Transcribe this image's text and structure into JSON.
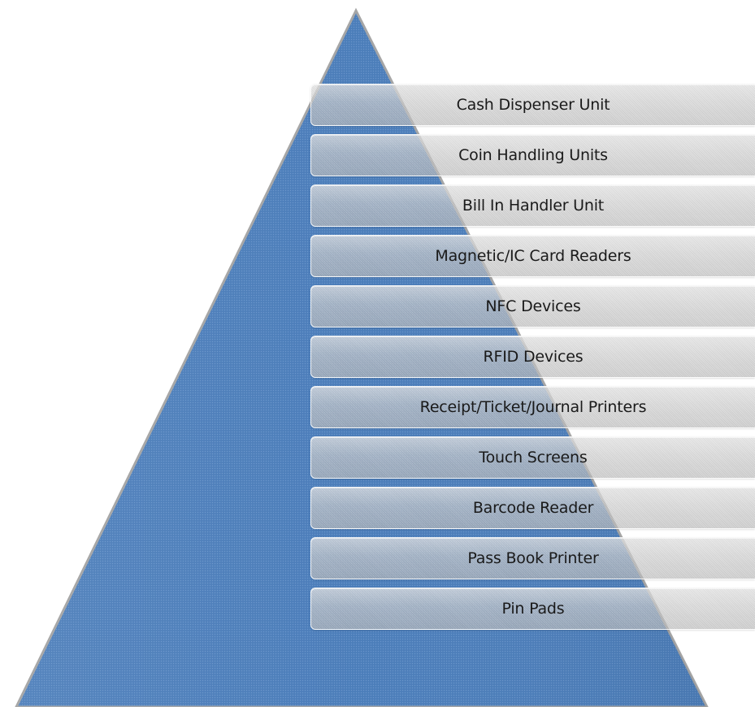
{
  "diagram": {
    "colors": {
      "pyramid_fill": "#4f81bd",
      "pyramid_edge": "#a6a6a6",
      "bar_fill": "#c8c8c8",
      "text": "#1a1a1a"
    },
    "items": [
      {
        "label": "Cash Dispenser Unit"
      },
      {
        "label": "Coin Handling Units"
      },
      {
        "label": "Bill In Handler Unit"
      },
      {
        "label": "Magnetic/IC Card Readers"
      },
      {
        "label": "NFC Devices"
      },
      {
        "label": "RFID Devices"
      },
      {
        "label": "Receipt/Ticket/Journal Printers"
      },
      {
        "label": "Touch Screens"
      },
      {
        "label": "Barcode Reader"
      },
      {
        "label": "Pass Book Printer"
      },
      {
        "label": "Pin Pads"
      }
    ]
  }
}
